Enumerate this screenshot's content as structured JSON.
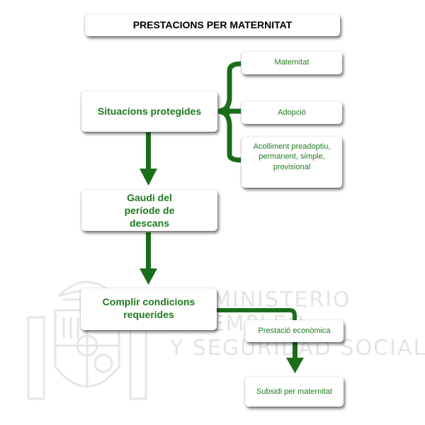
{
  "title": "PRESTACIONS PER MATERNITAT",
  "watermark": {
    "line1": "MINISTERIO",
    "line2": "DE EMPLEO",
    "line3": "Y SEGURIDAD SOCIAL"
  },
  "nodes": {
    "situacions": "Situacions protegides",
    "maternitat": "Maternitat",
    "adopcio": "Adopció",
    "acolliment": "Acolliment preadoptiu, permanent, simple, provisional",
    "gaudi": "Gaudi del període de descans",
    "complir": "Complir condicions requerides",
    "prestacio": "Prestació econòmica",
    "subsidi": "Subsidi per maternitat"
  },
  "colors": {
    "accent": "#1f7a1f",
    "connector": "#1a6e1a"
  }
}
